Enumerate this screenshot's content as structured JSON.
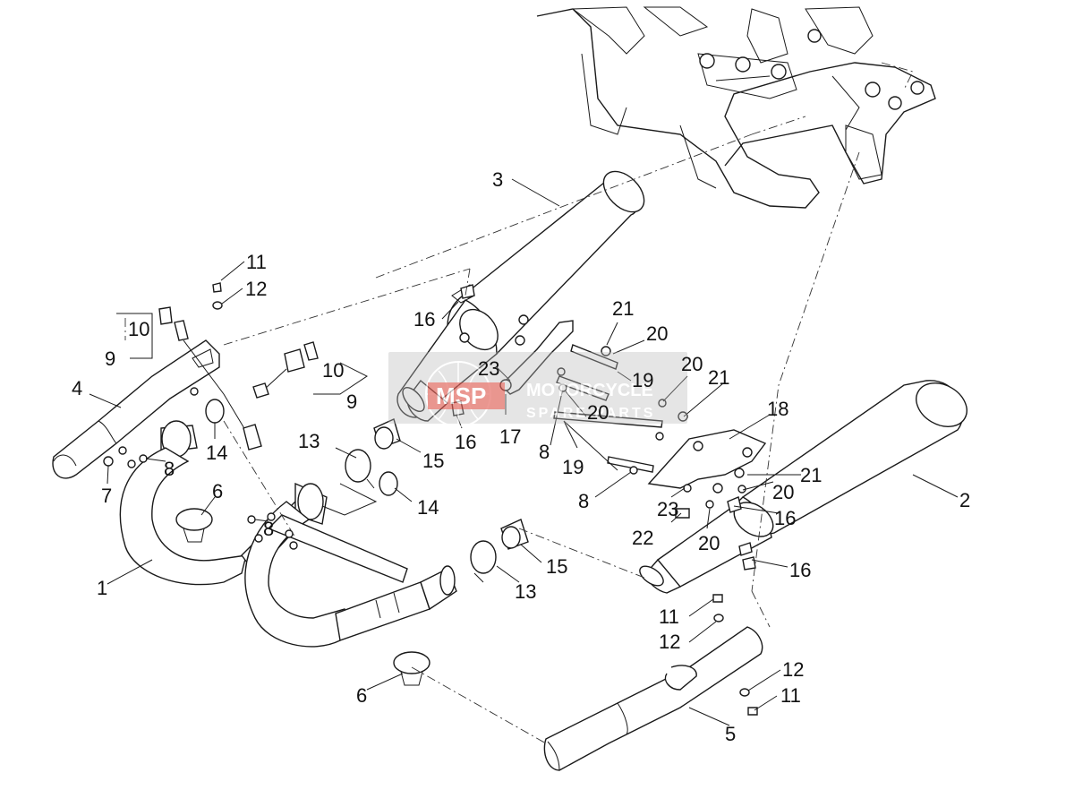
{
  "callouts": [
    {
      "id": "c1",
      "text": "1"
    },
    {
      "id": "c2",
      "text": "2"
    },
    {
      "id": "c3",
      "text": "3"
    },
    {
      "id": "c4",
      "text": "4"
    },
    {
      "id": "c5",
      "text": "5"
    },
    {
      "id": "c6a",
      "text": "6"
    },
    {
      "id": "c6b",
      "text": "6"
    },
    {
      "id": "c7",
      "text": "7"
    },
    {
      "id": "c8a",
      "text": "8"
    },
    {
      "id": "c8b",
      "text": "8"
    },
    {
      "id": "c8c",
      "text": "8"
    },
    {
      "id": "c8d",
      "text": "8"
    },
    {
      "id": "c9a",
      "text": "9"
    },
    {
      "id": "c9b",
      "text": "9"
    },
    {
      "id": "c10a",
      "text": "10"
    },
    {
      "id": "c10b",
      "text": "10"
    },
    {
      "id": "c11a",
      "text": "11"
    },
    {
      "id": "c11b",
      "text": "11"
    },
    {
      "id": "c11c",
      "text": "11"
    },
    {
      "id": "c12a",
      "text": "12"
    },
    {
      "id": "c12b",
      "text": "12"
    },
    {
      "id": "c12c",
      "text": "12"
    },
    {
      "id": "c13a",
      "text": "13"
    },
    {
      "id": "c13b",
      "text": "13"
    },
    {
      "id": "c14a",
      "text": "14"
    },
    {
      "id": "c14b",
      "text": "14"
    },
    {
      "id": "c15a",
      "text": "15"
    },
    {
      "id": "c15b",
      "text": "15"
    },
    {
      "id": "c16a",
      "text": "16"
    },
    {
      "id": "c16b",
      "text": "16"
    },
    {
      "id": "c16c",
      "text": "16"
    },
    {
      "id": "c16d",
      "text": "16"
    },
    {
      "id": "c17",
      "text": "17"
    },
    {
      "id": "c18",
      "text": "18"
    },
    {
      "id": "c19a",
      "text": "19"
    },
    {
      "id": "c19b",
      "text": "19"
    },
    {
      "id": "c20a",
      "text": "20"
    },
    {
      "id": "c20b",
      "text": "20"
    },
    {
      "id": "c20c",
      "text": "20"
    },
    {
      "id": "c20d",
      "text": "20"
    },
    {
      "id": "c20e",
      "text": "20"
    },
    {
      "id": "c21a",
      "text": "21"
    },
    {
      "id": "c21b",
      "text": "21"
    },
    {
      "id": "c21c",
      "text": "21"
    },
    {
      "id": "c22",
      "text": "22"
    },
    {
      "id": "c23a",
      "text": "23"
    },
    {
      "id": "c23b",
      "text": "23"
    }
  ],
  "watermark": {
    "logo": "MSP",
    "line1": "MOTORCYCLE",
    "line2": "SPARE PARTS",
    "accent": "#e2574c",
    "band": "#b9b9b9"
  },
  "colors": {
    "ink": "#1a1a1a",
    "background": "#ffffff"
  }
}
